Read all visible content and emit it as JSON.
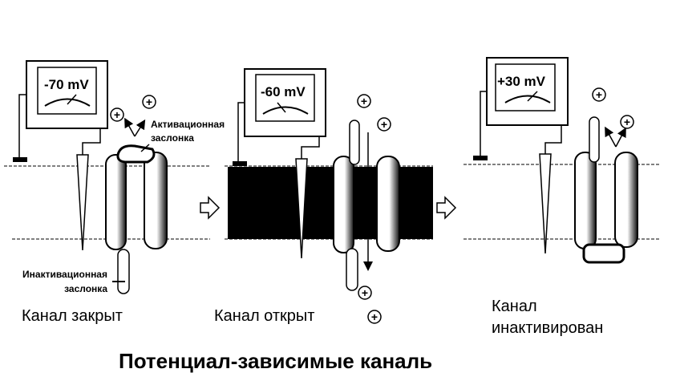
{
  "panels": [
    {
      "voltage": "-70 mV",
      "gate_labels": {
        "activation": "Активационная\nзаслонка",
        "inactivation": "Инактивационная\nзаслонка"
      },
      "caption": "Канал закрыт"
    },
    {
      "voltage": "-60 mV",
      "caption": "Канал открыт"
    },
    {
      "voltage": "+30 mV",
      "caption": "Канал\nинактивирован"
    }
  ],
  "ions": {
    "symbol": "+"
  },
  "title": "Потенциал-зависимые каналь"
}
